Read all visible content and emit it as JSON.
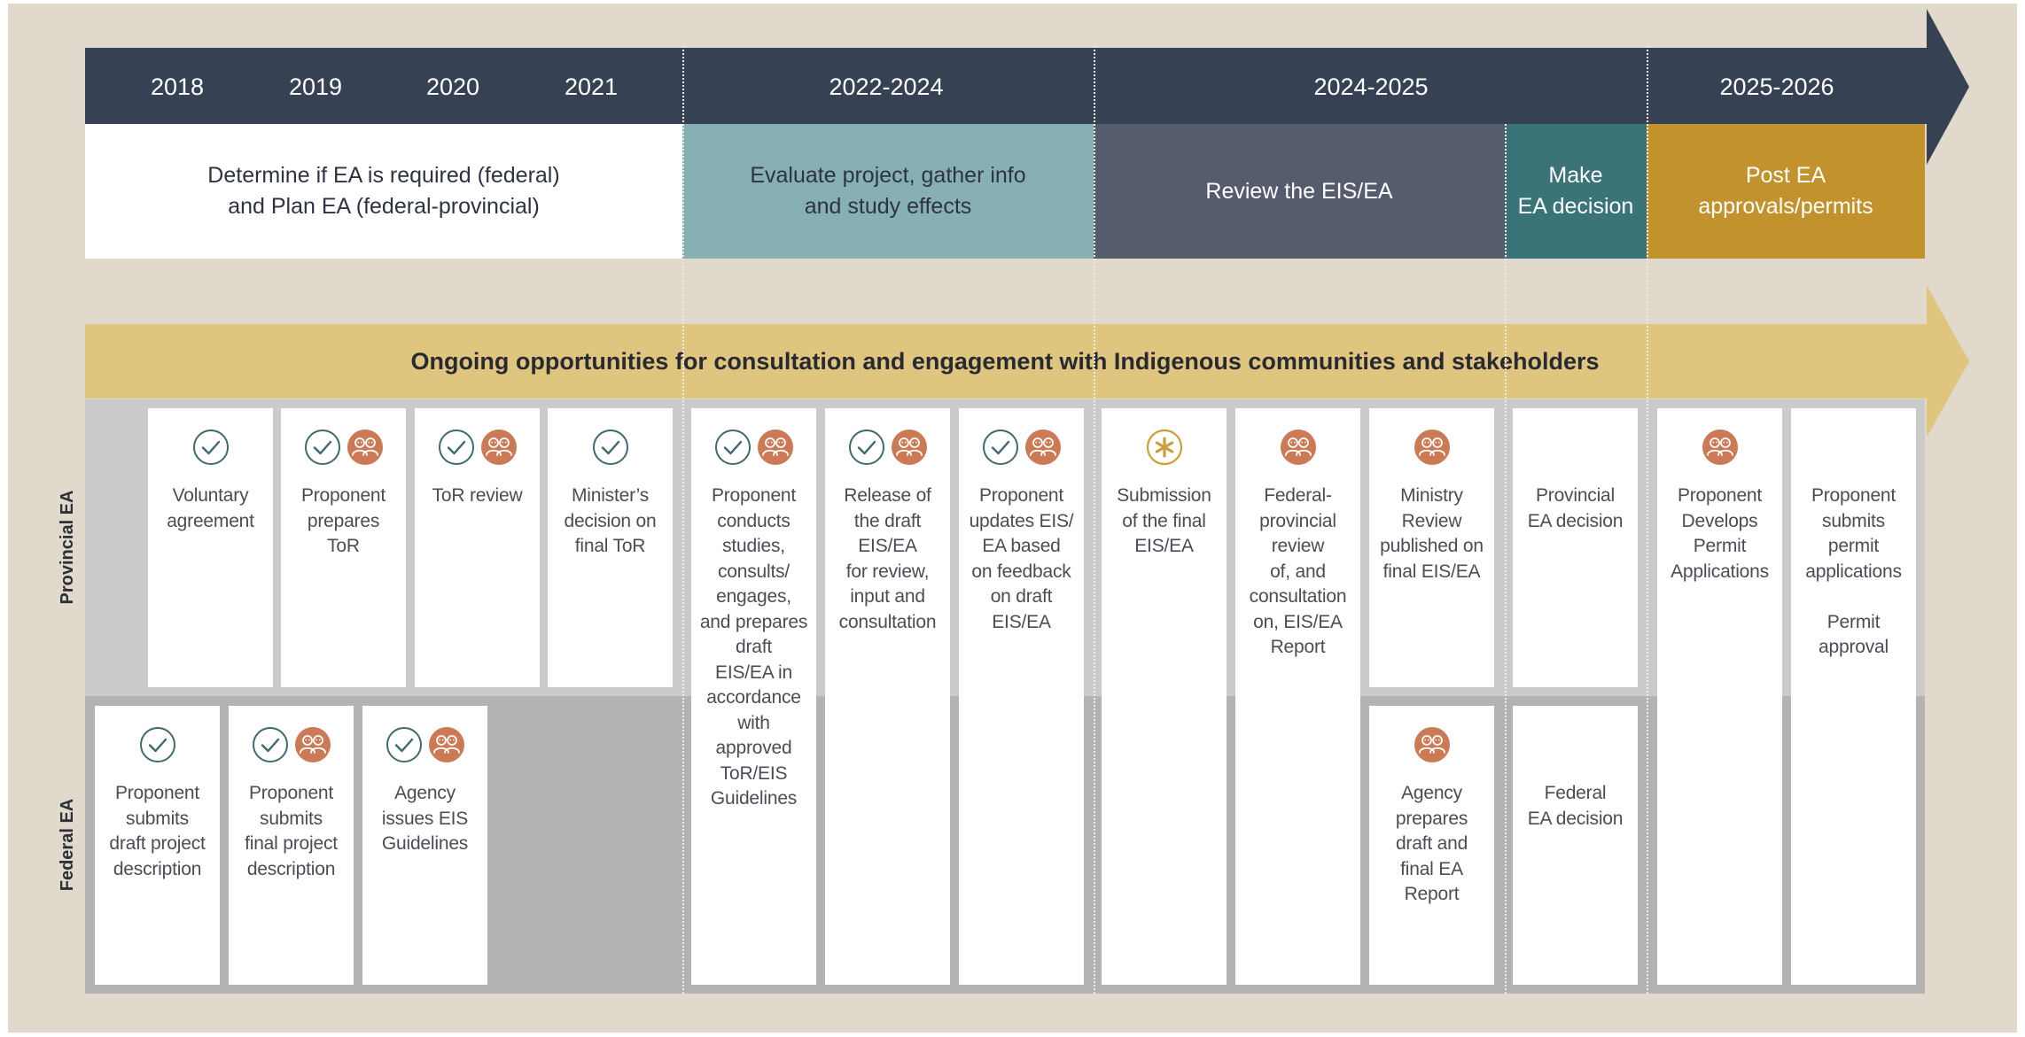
{
  "colors": {
    "navy": "#364154",
    "teal_light": "#87b0b2",
    "slate": "#545c6e",
    "teal_dark": "#3a7478",
    "gold": "#c2922d",
    "banner": "#e0c57f",
    "grey_band": "#cbcbcb",
    "grey_dark": "#b3b3b3",
    "check": "#3f6a6e",
    "people": "#cb7a55",
    "asterisk": "#c9a03a"
  },
  "timeline": {
    "years": [
      "2018",
      "2019",
      "2020",
      "2021",
      "2022-2024",
      "2024-2025",
      "2025-2026"
    ],
    "phases": [
      "Determine if EA is required (federal)\nand Plan EA (federal-provincial)",
      "Evaluate project, gather info\nand study effects",
      "Review the EIS/EA",
      "Make\nEA decision",
      "Post EA\napprovals/permits"
    ]
  },
  "banner": {
    "text": "Ongoing opportunities for consultation and engagement with Indigenous communities and stakeholders"
  },
  "row_labels": {
    "provincial": "Provincial EA",
    "federal": "Federal EA"
  },
  "cards": [
    {
      "text": "Voluntary\nagreement",
      "icons": [
        "check-icon"
      ]
    },
    {
      "text": "Proponent\nprepares\nToR",
      "icons": [
        "check-icon",
        "people-icon"
      ]
    },
    {
      "text": "ToR review",
      "icons": [
        "check-icon",
        "people-icon"
      ]
    },
    {
      "text": "Minister’s\ndecision on\nfinal ToR",
      "icons": [
        "check-icon"
      ]
    },
    {
      "text": "Proponent\nconducts\nstudies,\nconsults/\nengages,\nand prepares\ndraft\nEIS/EA in\naccordance\nwith\napproved\nToR/EIS\nGuidelines",
      "icons": [
        "check-icon",
        "people-icon"
      ]
    },
    {
      "text": "Release of\nthe draft\nEIS/EA\nfor review,\ninput and\nconsultation",
      "icons": [
        "check-icon",
        "people-icon"
      ]
    },
    {
      "text": "Proponent\nupdates EIS/\nEA based\non feedback\non draft\nEIS/EA",
      "icons": [
        "check-icon",
        "people-icon"
      ]
    },
    {
      "text": "Submission\nof the final\nEIS/EA",
      "icons": [
        "asterisk-icon"
      ]
    },
    {
      "text": "Federal-\nprovincial\nreview\nof, and\nconsultation\non, EIS/EA\nReport",
      "icons": [
        "people-icon"
      ]
    },
    {
      "text": "Ministry\nReview\npublished on\nfinal EIS/EA",
      "icons": [
        "people-icon"
      ]
    },
    {
      "text": "Provincial\nEA decision",
      "icons": []
    },
    {
      "text": "Proponent\nDevelops\nPermit\nApplications",
      "icons": [
        "people-icon"
      ]
    },
    {
      "text": "Proponent\nsubmits\npermit\napplications\n\nPermit\napproval",
      "icons": []
    },
    {
      "text": "Proponent\nsubmits\ndraft project\ndescription",
      "icons": [
        "check-icon"
      ]
    },
    {
      "text": "Proponent\nsubmits\nfinal project\ndescription",
      "icons": [
        "check-icon",
        "people-icon"
      ]
    },
    {
      "text": "Agency\nissues EIS\nGuidelines",
      "icons": [
        "check-icon",
        "people-icon"
      ]
    },
    {
      "text": "Agency\nprepares\ndraft and\nfinal EA\nReport",
      "icons": [
        "people-icon"
      ]
    },
    {
      "text": "Federal\nEA decision",
      "icons": []
    }
  ]
}
